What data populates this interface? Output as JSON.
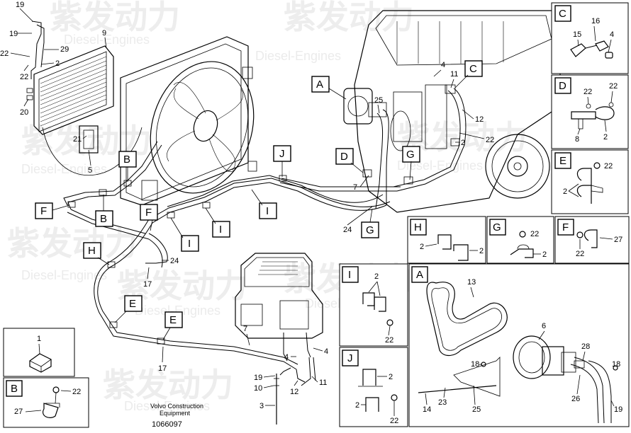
{
  "callouts": {
    "A": "A",
    "B": "B",
    "C": "C",
    "D": "D",
    "E": "E",
    "F": "F",
    "G": "G",
    "H": "H",
    "I": "I",
    "J": "J"
  },
  "parts": {
    "p1": "1",
    "p2": "2",
    "p3": "3",
    "p4": "4",
    "p5": "5",
    "p6": "6",
    "p7": "7",
    "p8": "8",
    "p9": "9",
    "p10": "10",
    "p11": "11",
    "p12": "12",
    "p13": "13",
    "p14": "14",
    "p15": "15",
    "p16": "16",
    "p17": "17",
    "p18": "18",
    "p19": "19",
    "p20": "20",
    "p21": "21",
    "p22": "22",
    "p23": "23",
    "p24": "24",
    "p25": "25",
    "p26": "26",
    "p27": "27",
    "p28": "28",
    "p29": "29"
  },
  "watermark": {
    "cn": "紫发动力",
    "en": "Diesel-Engines"
  },
  "footer": {
    "line1": "Volvo Construction",
    "line2": "Equipment",
    "drawing_no": "1066097"
  }
}
